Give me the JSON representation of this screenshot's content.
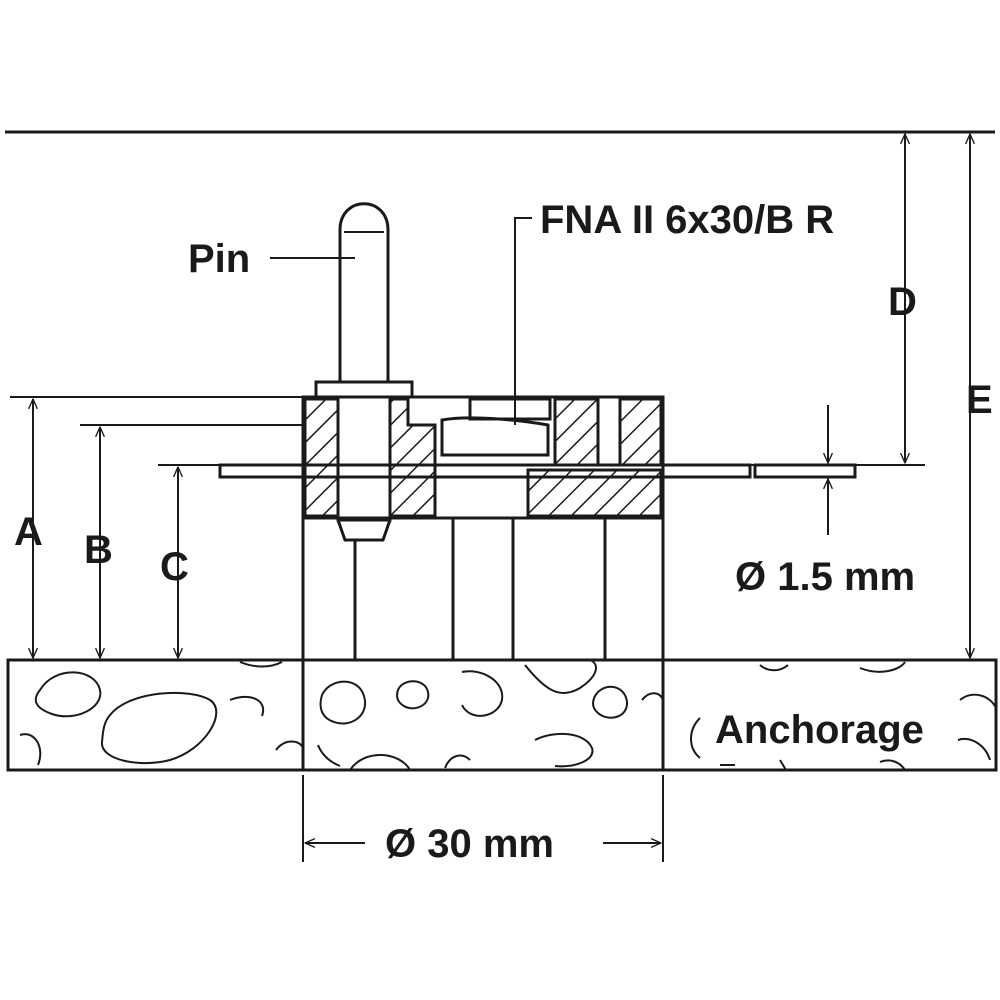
{
  "labels": {
    "pin": "Pin",
    "product": "FNA II 6x30/B R",
    "dim_a": "A",
    "dim_b": "B",
    "dim_c": "C",
    "dim_d": "D",
    "dim_e": "E",
    "thickness": "Ø 1.5 mm",
    "diameter": "Ø 30 mm",
    "anchorage": "Anchorage"
  },
  "colors": {
    "ink": "#1a1a1a",
    "background": "#ffffff"
  }
}
